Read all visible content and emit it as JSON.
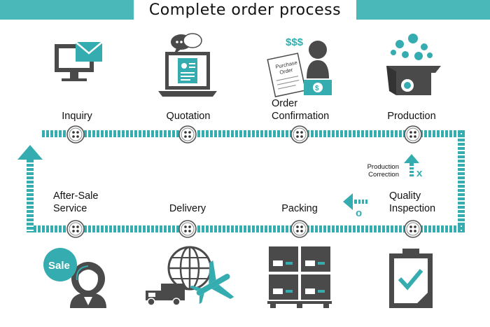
{
  "title": "Complete order process",
  "colors": {
    "teal": "#35adb0",
    "dark": "#4a4a4a",
    "banner": "#4ab8b8"
  },
  "steps_top": [
    {
      "label": "Inquiry",
      "icon": "computer-mail-icon"
    },
    {
      "label": "Quotation",
      "icon": "laptop-quotation-icon"
    },
    {
      "label_lines": [
        "Order",
        "Confirmation"
      ],
      "icon": "purchase-order-icon",
      "icon_text": {
        "money": "$$$",
        "doc_line1": "Purchase",
        "doc_line2": "Order"
      }
    },
    {
      "label": "Production",
      "icon": "production-box-icon"
    }
  ],
  "steps_bottom": [
    {
      "label_lines": [
        "After-Sale",
        "Service"
      ],
      "icon": "sale-agent-icon",
      "icon_text": "Sale"
    },
    {
      "label": "Delivery",
      "icon": "delivery-globe-icon"
    },
    {
      "label": "Packing",
      "icon": "packing-boxes-icon"
    },
    {
      "label_lines": [
        "Quality",
        "Inspection"
      ],
      "icon": "clipboard-check-icon"
    }
  ],
  "production_correction": {
    "line1": "Production",
    "line2": "Correction",
    "mark": "x"
  },
  "quality_pass_mark": "o"
}
